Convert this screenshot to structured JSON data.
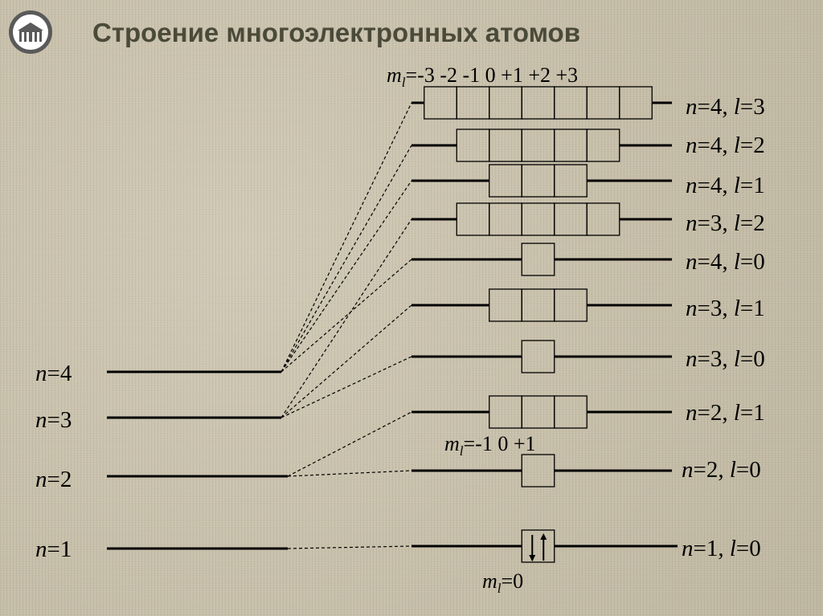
{
  "title": "Строение многоэлектронных атомов",
  "logo": {
    "icon": "university-logo-icon"
  },
  "shell_labels": [
    {
      "n": "4"
    },
    {
      "n": "3"
    },
    {
      "n": "2"
    },
    {
      "n": "1"
    }
  ],
  "sublevels": [
    {
      "n": "4",
      "l": "3",
      "orbitals": 7
    },
    {
      "n": "4",
      "l": "2",
      "orbitals": 5
    },
    {
      "n": "4",
      "l": "1",
      "orbitals": 3
    },
    {
      "n": "3",
      "l": "2",
      "orbitals": 5
    },
    {
      "n": "4",
      "l": "0",
      "orbitals": 1
    },
    {
      "n": "3",
      "l": "1",
      "orbitals": 3
    },
    {
      "n": "3",
      "l": "0",
      "orbitals": 1
    },
    {
      "n": "2",
      "l": "1",
      "orbitals": 3
    },
    {
      "n": "2",
      "l": "0",
      "orbitals": 1
    },
    {
      "n": "1",
      "l": "0",
      "orbitals": 1,
      "electrons": "up-down"
    }
  ],
  "ml_labels": {
    "f_values": "=-3  -2  -1   0  +1 +2 +3",
    "p_values": "=-1  0 +1",
    "s_values": "=0"
  },
  "symbols": {
    "n": "n",
    "l": "l",
    "m": "m",
    "eq": "=",
    "sep": ", "
  },
  "colors": {
    "line": "#000000",
    "title": "#4a4a3a"
  }
}
